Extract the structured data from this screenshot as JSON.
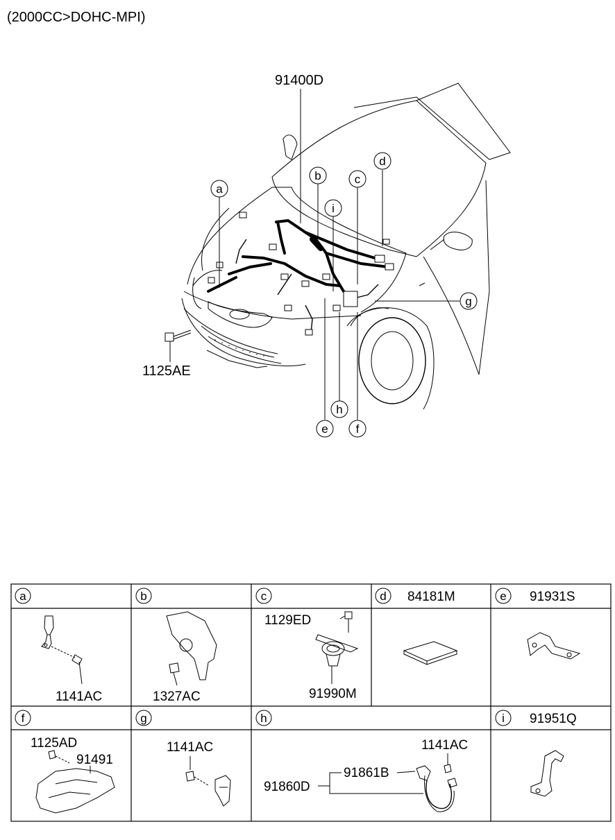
{
  "header": "(2000CC>DOHC-MPI)",
  "main_labels": {
    "harness": "91400D",
    "bolt": "1125AE"
  },
  "callouts": [
    "a",
    "b",
    "c",
    "d",
    "e",
    "f",
    "g",
    "h",
    "i"
  ],
  "cells": [
    {
      "letter": "a",
      "part": "",
      "parts": [
        "1141AC"
      ]
    },
    {
      "letter": "b",
      "part": "",
      "parts": [
        "1327AC"
      ]
    },
    {
      "letter": "c",
      "part": "",
      "parts": [
        "1129ED",
        "91990M"
      ]
    },
    {
      "letter": "d",
      "part": "84181M",
      "parts": []
    },
    {
      "letter": "e",
      "part": "91931S",
      "parts": []
    },
    {
      "letter": "f",
      "part": "",
      "parts": [
        "1125AD",
        "91491"
      ]
    },
    {
      "letter": "g",
      "part": "",
      "parts": [
        "1141AC"
      ]
    },
    {
      "letter": "h",
      "part": "",
      "parts": [
        "1141AC",
        "91861B",
        "91860D"
      ]
    },
    {
      "letter": "i",
      "part": "91951Q",
      "parts": []
    }
  ]
}
